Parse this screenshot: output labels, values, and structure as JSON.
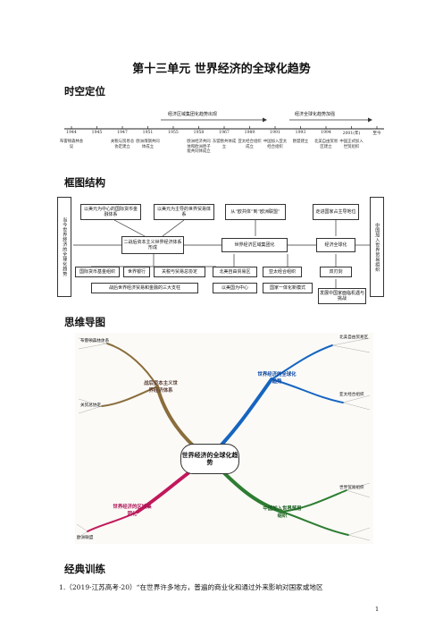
{
  "title": "第十三单元  世界经济的全球化趋势",
  "section_timeline": "时空定位",
  "section_framework": "框图结构",
  "section_mindmap": "思维导图",
  "section_exercise": "经典训练",
  "timeline": {
    "band_left": "经济区域集团化趋势出现",
    "band_right": "经济全球化趋势加强",
    "years": [
      "1944",
      "1945",
      "1947",
      "1951",
      "1955",
      "1958",
      "1967",
      "1989",
      "1991",
      "1993",
      "1994",
      "2001(年)",
      "至今"
    ],
    "events": [
      {
        "year": "1944",
        "text": "布雷顿森林会议"
      },
      {
        "year": "1947",
        "text": "关税与贸易总协定建立"
      },
      {
        "year": "1951",
        "text": "欧洲煤钢共同体成立"
      },
      {
        "year": "1958",
        "text": "欧洲经济共同体和欧洲原子能共同体成立"
      },
      {
        "year": "1967",
        "text": "东盟欧共体成立"
      },
      {
        "year": "1989",
        "text": "亚太经合组织成立"
      },
      {
        "year": "1991",
        "text": "中国加入亚太经合组织"
      },
      {
        "year": "1993",
        "text": "欧盟建立"
      },
      {
        "year": "1994",
        "text": "北美自由贸易区建立"
      },
      {
        "year": "2001(年)",
        "text": "中国正式加入世贸组织"
      }
    ]
  },
  "framework": {
    "left_label": "当今世界经济的全球化趋势",
    "right_label": "中国加入世界贸易组织",
    "box_usd": "以美元为中心的国际货币金融体系",
    "box_usd_trade": "以美元为主导的世界贸易体系",
    "box_ec": "从“欧共体”到“欧洲联盟”",
    "box_dev": "走进国家占主导地位",
    "box_postwar": "二战后资本主义世界经济体系形成",
    "box_region": "世界经济区域集团化",
    "box_global": "经济全球化",
    "box_imf": "国际货币基金组织",
    "box_wb": "世界银行",
    "box_gatt": "关税与贸易总协定",
    "box_nafta": "北美自由贸易区",
    "box_apec": "亚太经合组织",
    "box_double": "双刃剑",
    "box_pillars": "战后世界经济贸易和金融的三大支柱",
    "box_us_center": "以美国为中心",
    "box_model": "国家一体化新模式",
    "box_china": "发展中国家面临机遇与挑战"
  },
  "mindmap": {
    "center": "世界经济的全球化趋势",
    "node_system": "战后资本主义世界经济体系",
    "node_region": "世界经济的区域集团化",
    "node_global": "世界经济的全球化趋势",
    "node_china": "中国加入世界贸易组织",
    "node_eu": "欧洲联盟",
    "node_nafta": "北美自由贸易区",
    "node_apec": "亚太经合组织",
    "node_bw": "布雷顿森林体系",
    "node_gatt": "关贸总协定",
    "node_wto": "世界贸易组织"
  },
  "exercise": {
    "q1": "1.（2019·江苏高考·20）“在世界许多地方，普遍的商业化和通过外来影响对国家或地区"
  },
  "page_number": "1"
}
